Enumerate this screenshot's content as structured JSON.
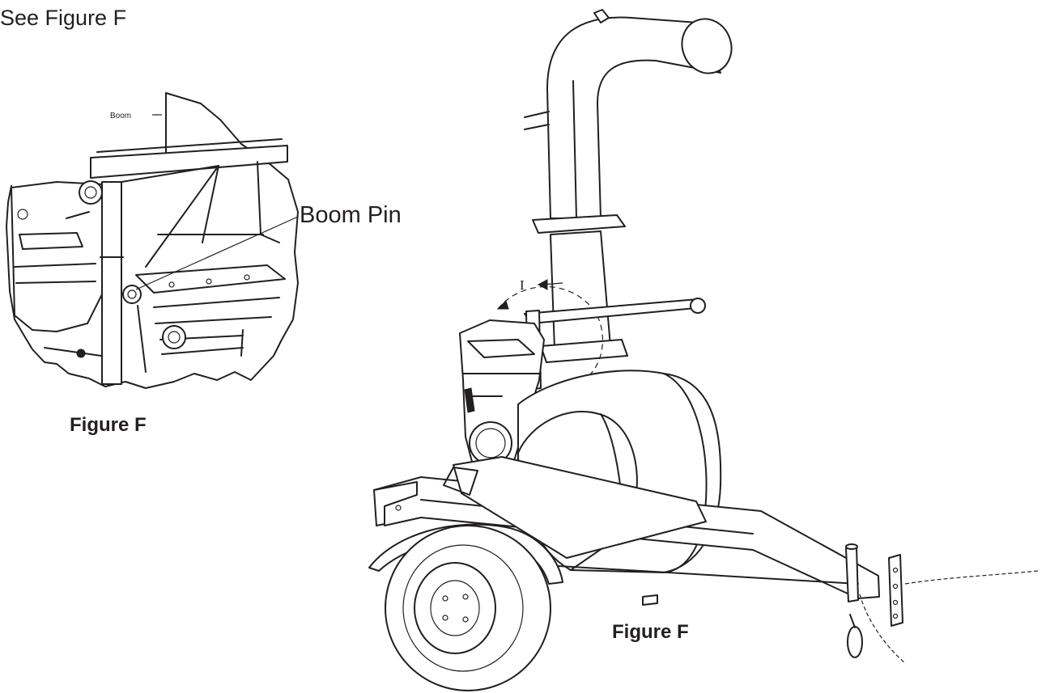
{
  "instruction": {
    "see_figure": "See Figure F"
  },
  "detail_view": {
    "label_boom": "Boom",
    "label_boom_pin": "Boom Pin",
    "caption": "Figure F"
  },
  "main_view": {
    "pivot_mark": "I",
    "caption": "Figure F"
  }
}
